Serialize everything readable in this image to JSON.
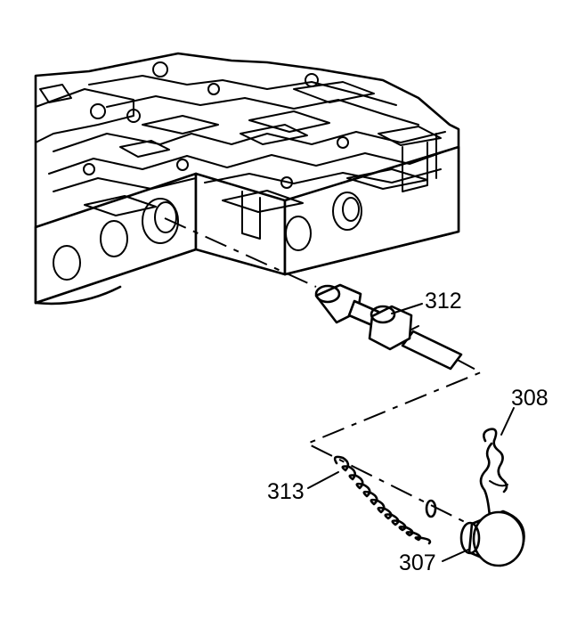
{
  "diagram": {
    "callouts": [
      {
        "id": "valve",
        "label": "312"
      },
      {
        "id": "spring",
        "label": "313"
      },
      {
        "id": "clip",
        "label": "308"
      },
      {
        "id": "plug",
        "label": "307"
      }
    ]
  }
}
